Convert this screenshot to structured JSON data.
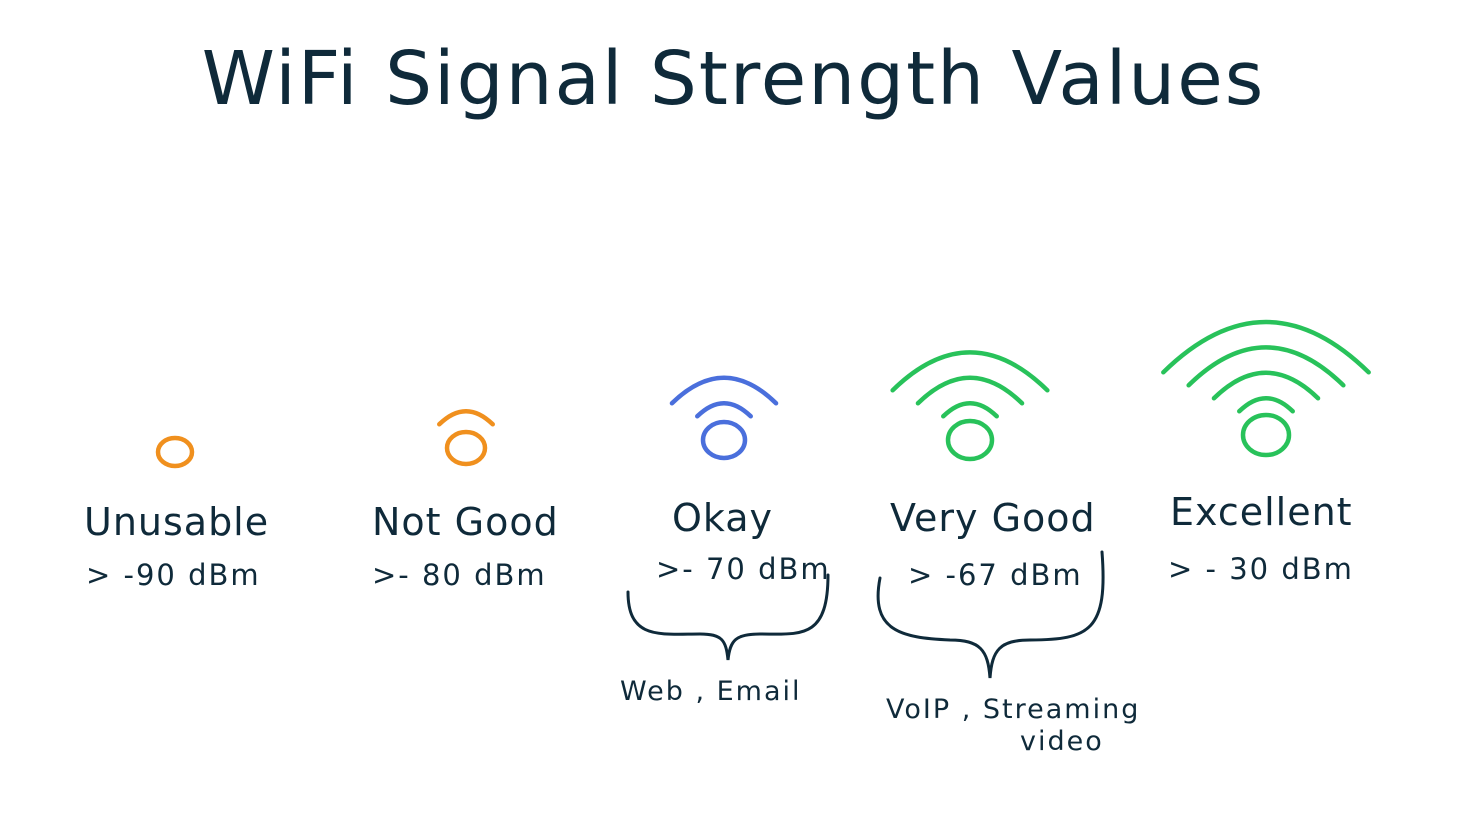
{
  "title": "WiFi Signal Strength Values",
  "colors": {
    "ink": "#0f2a3a",
    "weak": "#f0901e",
    "okay": "#4a6fdc",
    "good": "#28c25a"
  },
  "levels": [
    {
      "name": "Unusable",
      "threshold": "> -90 dBm",
      "bars": 0,
      "color": "weak"
    },
    {
      "name": "Not Good",
      "threshold": ">- 80 dBm",
      "bars": 1,
      "color": "weak"
    },
    {
      "name": "Okay",
      "threshold": ">- 70 dBm",
      "bars": 2,
      "color": "okay",
      "use": "Web , Email"
    },
    {
      "name": "Very Good",
      "threshold": "> -67 dBm",
      "bars": 3,
      "color": "good",
      "use_line1": "VoIP , Streaming",
      "use_line2": "video"
    },
    {
      "name": "Excellent",
      "threshold": "> - 30 dBm",
      "bars": 4,
      "color": "good"
    }
  ]
}
